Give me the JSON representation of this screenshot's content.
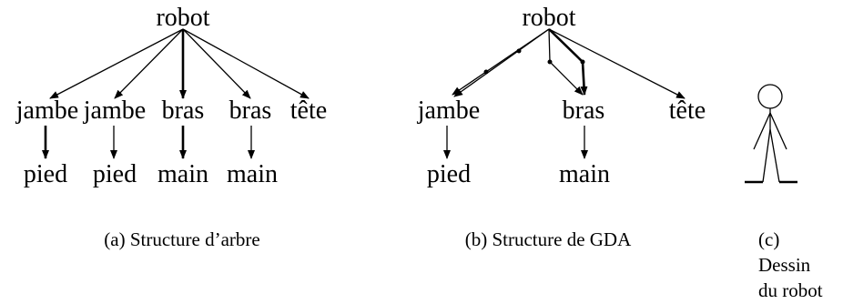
{
  "panel_a": {
    "root": "robot",
    "level1": [
      "jambe",
      "jambe",
      "bras",
      "bras",
      "tête"
    ],
    "level2": [
      "pied",
      "pied",
      "main",
      "main"
    ],
    "caption": "(a) Structure d’arbre"
  },
  "panel_b": {
    "root": "robot",
    "level1": [
      "jambe",
      "bras",
      "tête"
    ],
    "level2": [
      "pied",
      "main"
    ],
    "caption": "(b) Structure de GDA"
  },
  "panel_c": {
    "caption_lines": [
      "(c)",
      "Dessin",
      "du robot"
    ]
  },
  "colors": {
    "ink": "#000000",
    "background": "#ffffff"
  }
}
